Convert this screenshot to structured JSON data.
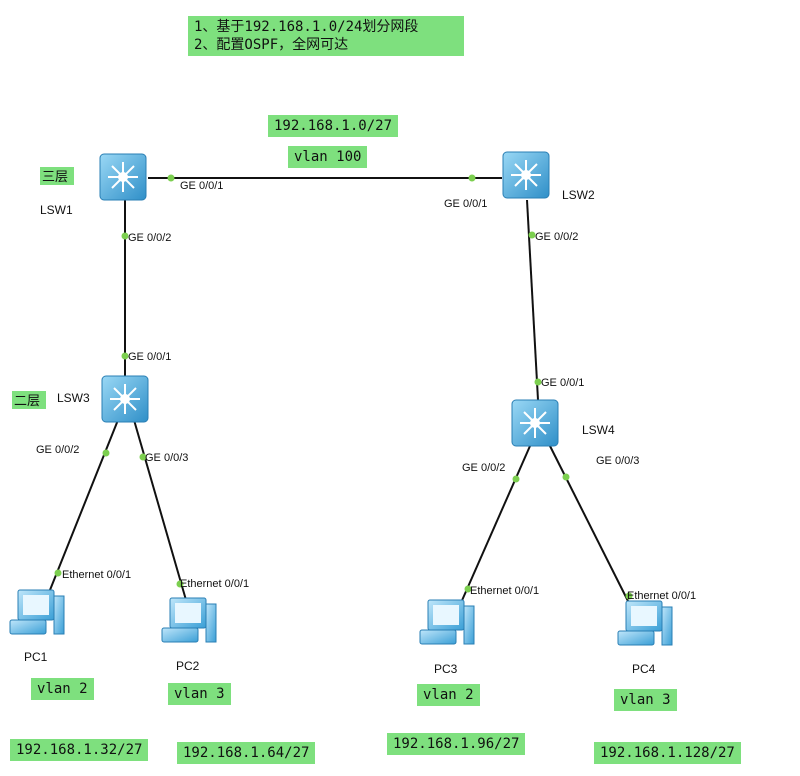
{
  "notes": {
    "line1": "1、基于192.168.1.0/24划分网段",
    "line2": "2、配置OSPF，全网可达"
  },
  "core_link": {
    "subnet": "192.168.1.0/27",
    "vlan": "vlan 100"
  },
  "devices": {
    "lsw1": {
      "name": "LSW1",
      "layer": "三层",
      "ge001": "GE 0/0/1",
      "ge002": "GE 0/0/2"
    },
    "lsw2": {
      "name": "LSW2",
      "ge001": "GE 0/0/1",
      "ge002": "GE 0/0/2"
    },
    "lsw3": {
      "name": "LSW3",
      "layer": "二层",
      "ge001": "GE 0/0/1",
      "ge002": "GE 0/0/2",
      "ge003": "GE 0/0/3"
    },
    "lsw4": {
      "name": "LSW4",
      "ge001": "GE 0/0/1",
      "ge002": "GE 0/0/2",
      "ge003": "GE 0/0/3"
    },
    "pc1": {
      "name": "PC1",
      "port": "Ethernet 0/0/1",
      "vlan": "vlan 2",
      "subnet": "192.168.1.32/27"
    },
    "pc2": {
      "name": "PC2",
      "port": "Ethernet 0/0/1",
      "vlan": "vlan 3",
      "subnet": "192.168.1.64/27"
    },
    "pc3": {
      "name": "PC3",
      "port": "Ethernet 0/0/1",
      "vlan": "vlan 2",
      "subnet": "192.168.1.96/27"
    },
    "pc4": {
      "name": "PC4",
      "port": "Ethernet 0/0/1",
      "vlan": "vlan 3",
      "subnet": "192.168.1.128/27"
    }
  },
  "colors": {
    "note_bg": "#7ee07e",
    "switch_fill": "#5fb8e6",
    "pc_fill": "#6ec1ea",
    "port_dot": "#7ccf4f",
    "link": "#111111"
  }
}
